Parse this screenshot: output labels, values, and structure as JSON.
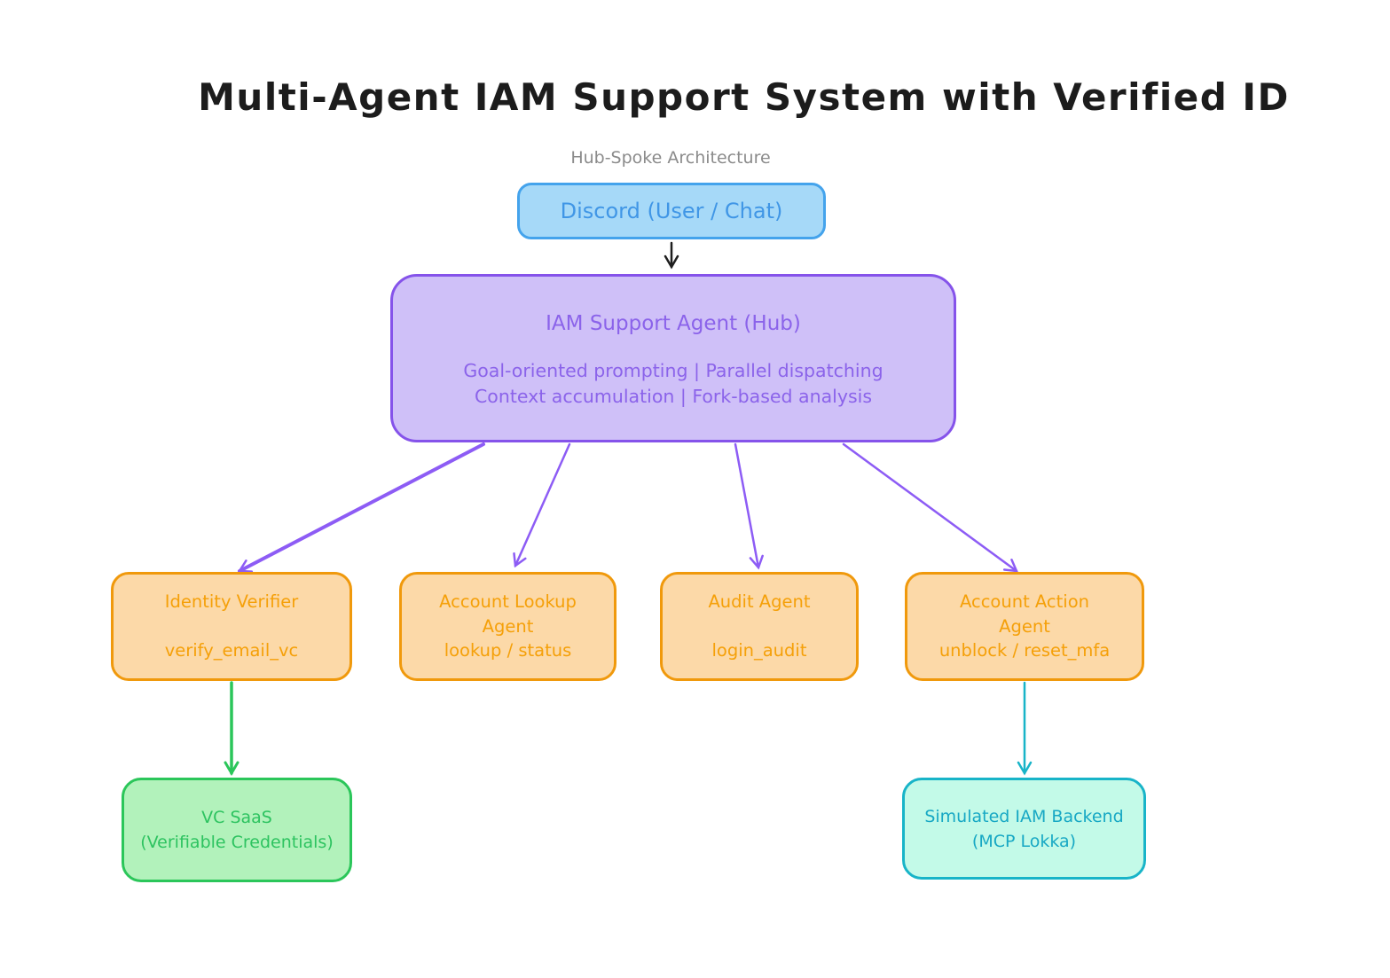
{
  "title": "Multi-Agent IAM Support System with Verified ID",
  "subtitle": "Hub-Spoke Architecture",
  "nodes": {
    "discord": {
      "label": "Discord (User / Chat)"
    },
    "hub": {
      "title": "IAM Support Agent (Hub)",
      "lines": [
        "Goal-oriented prompting | Parallel dispatching",
        "Context accumulation | Fork-based analysis"
      ]
    },
    "identity_verifier": {
      "lines": [
        "Identity Verifier",
        "",
        "verify_email_vc"
      ]
    },
    "account_lookup": {
      "lines": [
        "Account Lookup",
        "Agent",
        "lookup / status"
      ]
    },
    "audit": {
      "lines": [
        "Audit Agent",
        "",
        "login_audit"
      ]
    },
    "account_action": {
      "lines": [
        "Account Action",
        "Agent",
        "unblock / reset_mfa"
      ]
    },
    "vc_saas": {
      "lines": [
        "VC SaaS",
        "(Verifiable Credentials)"
      ]
    },
    "iam_backend": {
      "lines": [
        "Simulated IAM Backend",
        "(MCP Lokka)"
      ]
    }
  },
  "edges": [
    {
      "from": "discord",
      "to": "hub",
      "color": "#1e1e1e"
    },
    {
      "from": "hub",
      "to": "identity_verifier",
      "color": "#8d5cf5"
    },
    {
      "from": "hub",
      "to": "account_lookup",
      "color": "#8d5cf5"
    },
    {
      "from": "hub",
      "to": "audit",
      "color": "#8d5cf5"
    },
    {
      "from": "hub",
      "to": "account_action",
      "color": "#8d5cf5"
    },
    {
      "from": "identity_verifier",
      "to": "vc_saas",
      "color": "#2bc65a"
    },
    {
      "from": "account_action",
      "to": "iam_backend",
      "color": "#18b4c8"
    }
  ],
  "colors": {
    "title_text": "#1c1c1c",
    "subtitle_text": "#8b8b8b",
    "blue_fill": "#a6d9f8",
    "blue_border": "#44a3ec",
    "blue_text": "#4096e6",
    "purple_fill": "#cfc0f8",
    "purple_border": "#8553ea",
    "purple_text": "#8b63ea",
    "orange_fill": "#fcd9a8",
    "orange_border": "#f0990c",
    "orange_text": "#f5a009",
    "green_fill": "#b2f2bb",
    "green_border": "#2bc65a",
    "green_text": "#2dc360",
    "teal_fill": "#c3fae8",
    "teal_border": "#18b4c8",
    "teal_text": "#17a8c4",
    "arrow_black": "#1e1e1e",
    "arrow_purple": "#8d5cf5",
    "arrow_green": "#2bc65a",
    "arrow_teal": "#18b4c8"
  }
}
